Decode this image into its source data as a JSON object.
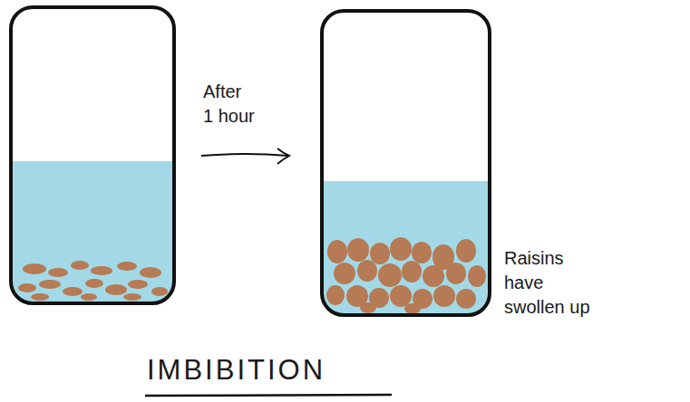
{
  "diagram": {
    "title": "IMBIBITION",
    "labels": [
      "After 1 hour",
      "Raisins have swollen up"
    ]
  }
}
